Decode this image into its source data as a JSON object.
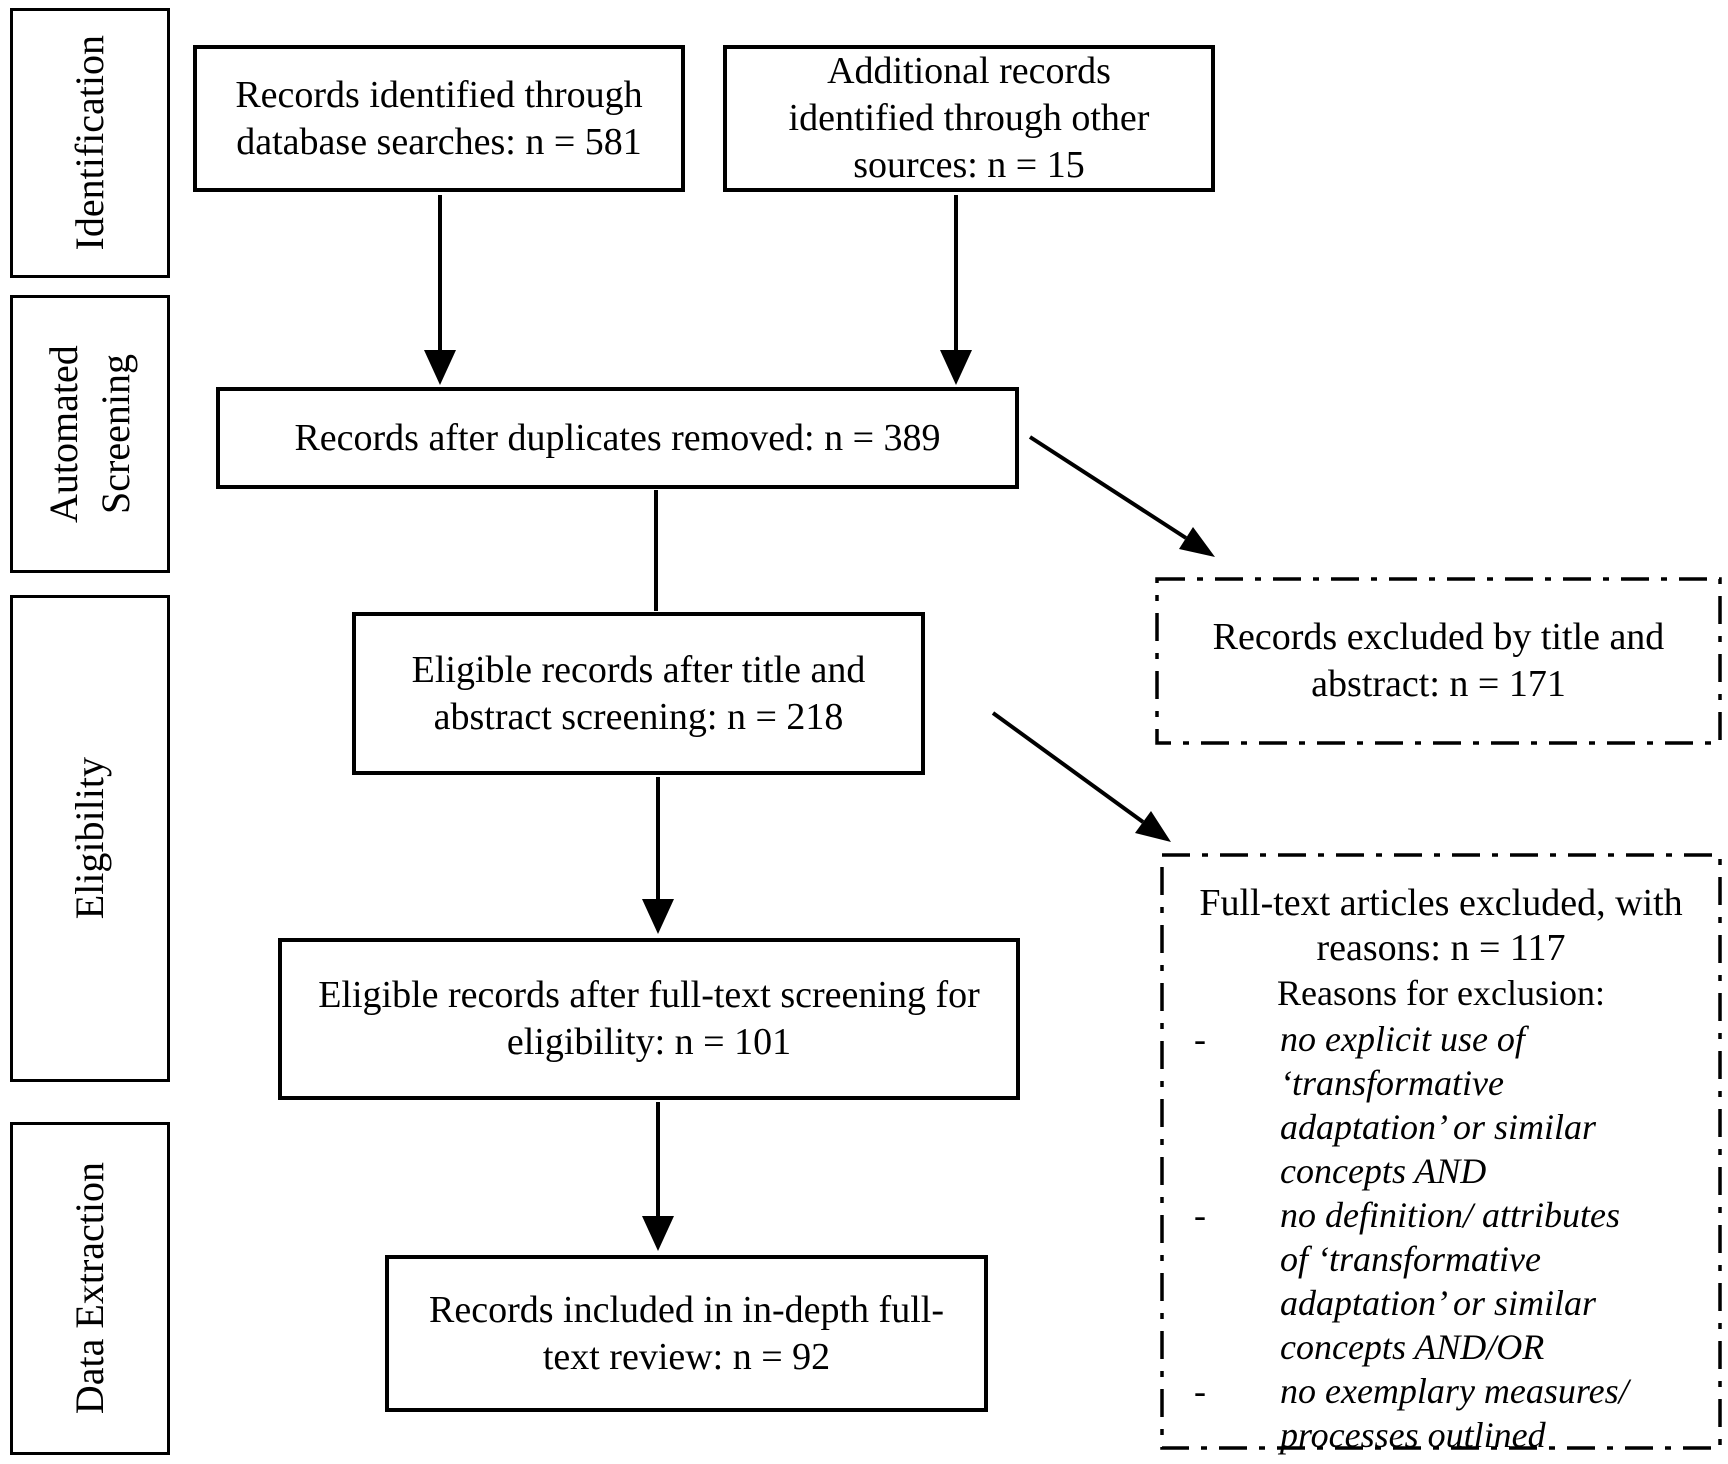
{
  "diagram": {
    "type": "prisma-flow",
    "stages": [
      {
        "label": "Identification"
      },
      {
        "label": "Automated Screening"
      },
      {
        "label": "Eligibility"
      },
      {
        "label": "Data Extraction"
      }
    ],
    "boxes": [
      {
        "text": "Records identified through database searches: n = 581"
      },
      {
        "text": "Additional records identified through other sources: n = 15"
      },
      {
        "text": "Records after duplicates removed: n = 389"
      },
      {
        "text": "Eligible records after title and abstract screening: n = 218"
      },
      {
        "text": "Eligible records after full-text screening for eligibility: n = 101"
      },
      {
        "text": "Records included in in-depth full-text review: n = 92"
      }
    ],
    "exclusion_boxes": [
      {
        "text": "Records excluded by title and abstract: n = 171"
      },
      {
        "title": "Full-text articles excluded, with reasons: n = 117",
        "subtitle": "Reasons for exclusion:",
        "bullet_marker": "-",
        "reasons": [
          "no explicit use of ‘transformative adaptation’ or similar concepts AND",
          "no definition/ attributes of ‘transformative adaptation’ or similar concepts AND/OR",
          "no exemplary measures/ processes outlined"
        ]
      }
    ],
    "counts": {
      "identified_database": 581,
      "identified_other": 15,
      "after_duplicates": 389,
      "after_title_abstract": 218,
      "after_fulltext": 101,
      "included": 92,
      "excluded_title_abstract": 171,
      "excluded_fulltext": 117
    },
    "colors": {
      "line": "#000000",
      "background": "#ffffff",
      "text": "#000000"
    }
  }
}
